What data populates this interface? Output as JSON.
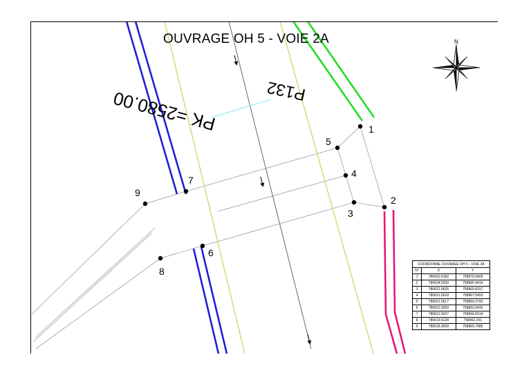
{
  "title": "OUVRAGE OH 5 - VOIE 2A",
  "pk_label": "PK =2580.00",
  "profile_label": "P132",
  "north_label": "N",
  "colors": {
    "left_edge": "#1f1fd6",
    "right_top_edge": "#22dd22",
    "right_bottom_edge": "#e8147a",
    "yellow_lines": "#d8d46a",
    "axis": "#666666",
    "construction": "#999999",
    "cyan": "#7fe6ef"
  },
  "points": [
    {
      "id": "1",
      "label": "1"
    },
    {
      "id": "2",
      "label": "2"
    },
    {
      "id": "3",
      "label": "3"
    },
    {
      "id": "4",
      "label": "4"
    },
    {
      "id": "5",
      "label": "5"
    },
    {
      "id": "6",
      "label": "6"
    },
    {
      "id": "7",
      "label": "7"
    },
    {
      "id": "8",
      "label": "8"
    },
    {
      "id": "9",
      "label": "9"
    }
  ],
  "table": {
    "caption": "COORDONNE OUVRAGE OH 5 - VOIE 2A",
    "headers": [
      "N°",
      "X",
      "Y"
    ],
    "rows": [
      [
        "1",
        "780632.5182",
        "758970.6409"
      ],
      [
        "2",
        "780634.0293",
        "758965.4414"
      ],
      [
        "3",
        "780632.0635",
        "758965.8157"
      ],
      [
        "4",
        "780631.5618",
        "758967.5453"
      ],
      [
        "5",
        "780631.0617",
        "758969.2743"
      ],
      [
        "6",
        "780622.5059",
        "758963.0432"
      ],
      [
        "7",
        "780621.5027",
        "758966.5014"
      ],
      [
        "8",
        "780619.9128",
        "758962.291"
      ],
      [
        "9",
        "780618.9099",
        "758965.7485"
      ]
    ]
  }
}
